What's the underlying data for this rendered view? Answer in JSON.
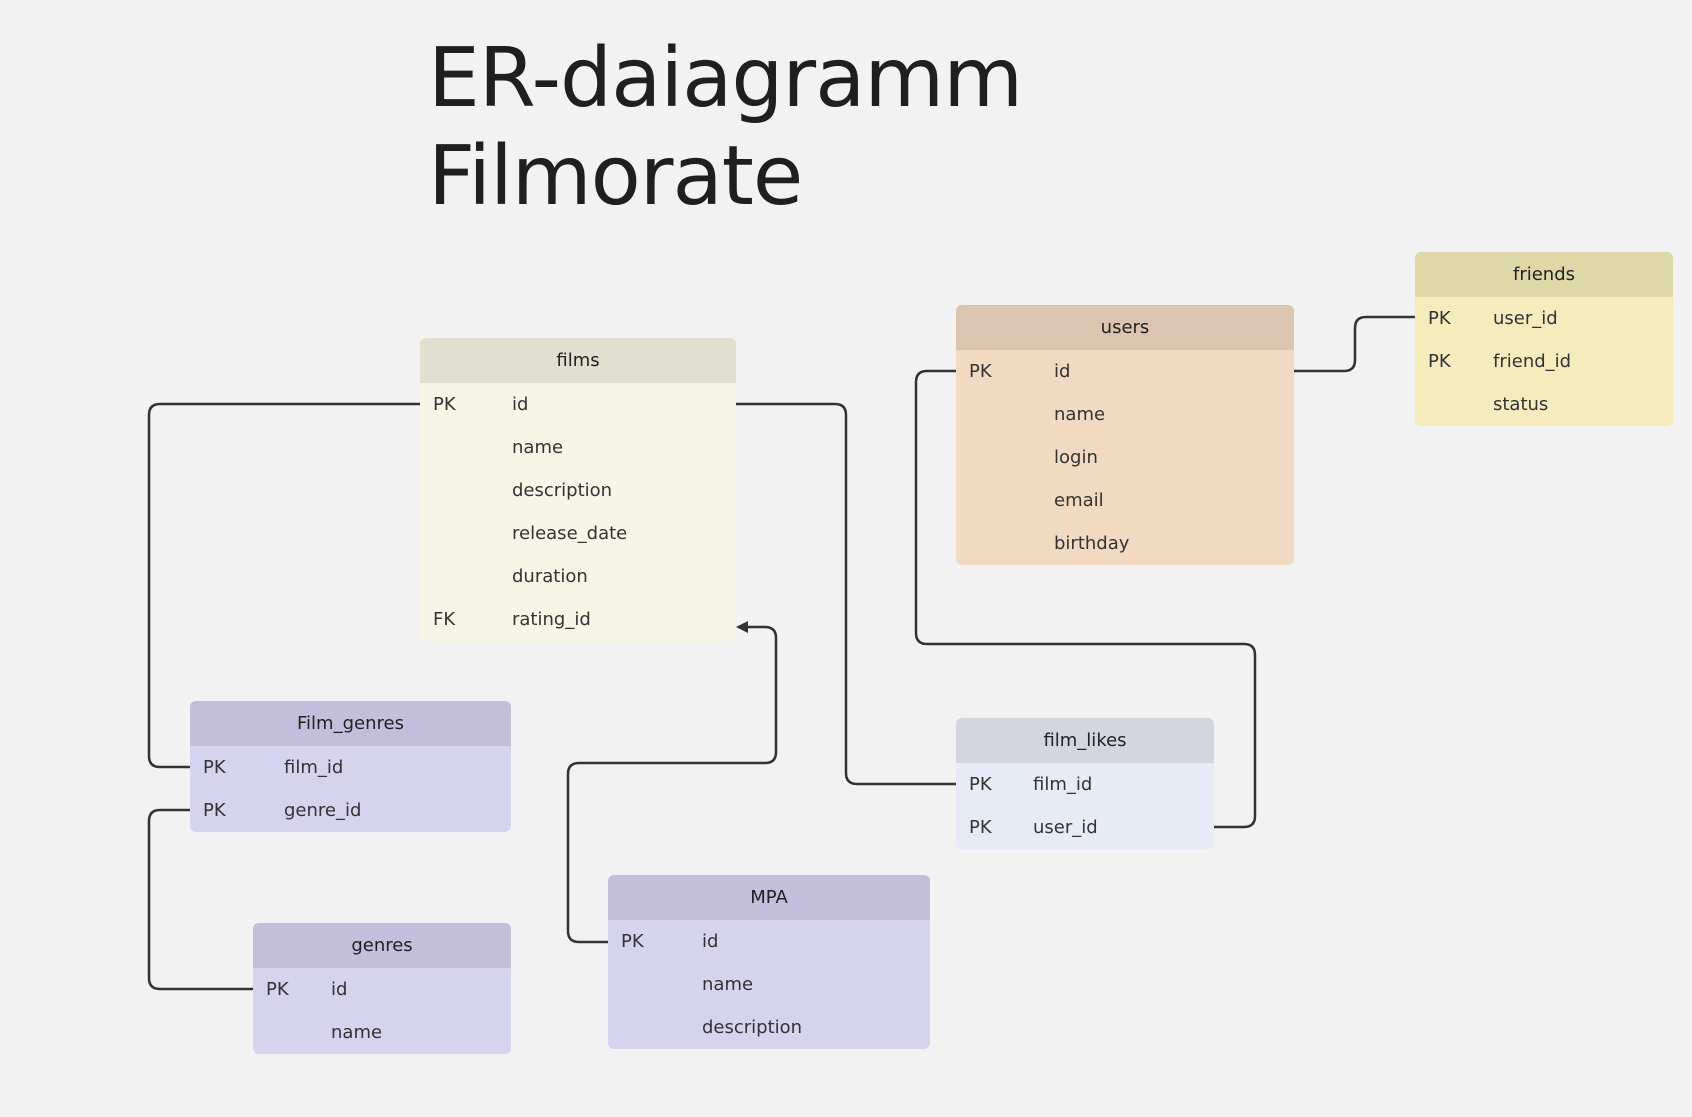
{
  "title": {
    "line1": "ER-daiagramm",
    "line2": "Filmorate"
  },
  "colors": {
    "background": "#f2f2f2",
    "line": "#333333",
    "films_header": "#e0dfd0",
    "films_body": "#f6f5e6",
    "users_header": "#dbc4b0",
    "users_body": "#f2d9c2",
    "friends_header": "#ded8a9",
    "friends_body": "#f5ebbd",
    "purple_header": "#c3bedb",
    "purple_body": "#d6d3ee",
    "likes_header": "#d3d6df",
    "likes_body": "#e6ebf5"
  },
  "entities": {
    "films": {
      "name": "films",
      "rows": [
        {
          "key": "PK",
          "field": "id"
        },
        {
          "key": "",
          "field": "name"
        },
        {
          "key": "",
          "field": "description"
        },
        {
          "key": "",
          "field": "release_date"
        },
        {
          "key": "",
          "field": "duration"
        },
        {
          "key": "FK",
          "field": "rating_id"
        }
      ]
    },
    "users": {
      "name": "users",
      "rows": [
        {
          "key": "PK",
          "field": "id"
        },
        {
          "key": "",
          "field": "name"
        },
        {
          "key": "",
          "field": "login"
        },
        {
          "key": "",
          "field": "email"
        },
        {
          "key": "",
          "field": "birthday"
        }
      ]
    },
    "friends": {
      "name": "friends",
      "rows": [
        {
          "key": "PK",
          "field": "user_id"
        },
        {
          "key": "PK",
          "field": "friend_id"
        },
        {
          "key": "",
          "field": "status"
        }
      ]
    },
    "film_genres": {
      "name": "Film_genres",
      "rows": [
        {
          "key": "PK",
          "field": "film_id"
        },
        {
          "key": "PK",
          "field": "genre_id"
        }
      ]
    },
    "film_likes": {
      "name": "film_likes",
      "rows": [
        {
          "key": "PK",
          "field": "film_id"
        },
        {
          "key": "PK",
          "field": "user_id"
        }
      ]
    },
    "genres": {
      "name": "genres",
      "rows": [
        {
          "key": "PK",
          "field": "id"
        },
        {
          "key": "",
          "field": "name"
        }
      ]
    },
    "mpa": {
      "name": "MPA",
      "rows": [
        {
          "key": "PK",
          "field": "id"
        },
        {
          "key": "",
          "field": "name"
        },
        {
          "key": "",
          "field": "description"
        }
      ]
    }
  }
}
